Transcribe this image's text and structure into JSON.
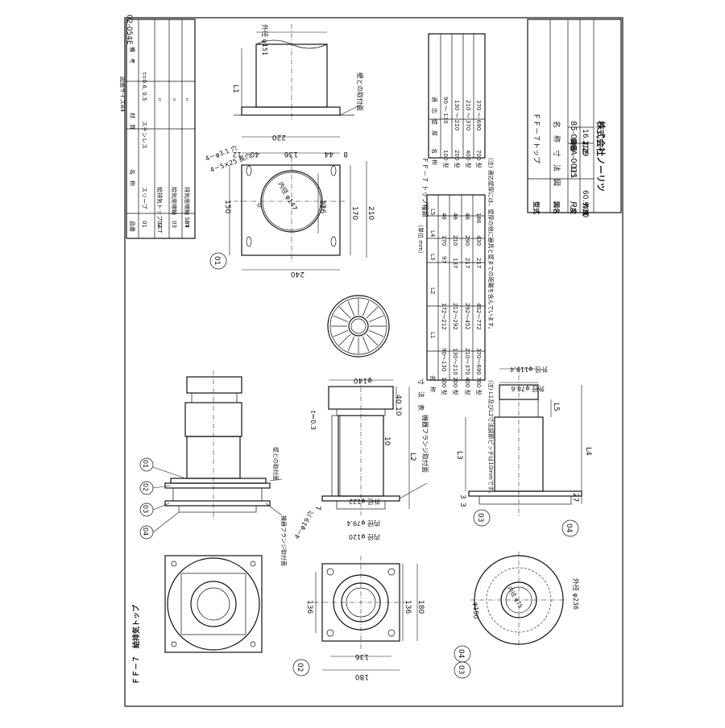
{
  "paper": {
    "size_label": "図面サイズB4",
    "doc_code": "02-054E"
  },
  "parts_list": {
    "headers": [
      "品番",
      "名　称",
      "材　質",
      "備　考"
    ],
    "rows": [
      {
        "no": "01",
        "name": "スリーブ",
        "material": "ステンレス",
        "note": "t=0.6, 0.5"
      },
      {
        "no": "02",
        "name": "給排気トップ SET",
        "material": "〃",
        "note": ""
      },
      {
        "no": "03",
        "name": "給気座継輪",
        "material": "〃",
        "note": ""
      },
      {
        "no": "04",
        "name": "排気座継輪 SET",
        "material": "〃",
        "note": ""
      }
    ]
  },
  "top_types": {
    "title": "ＦＦ－７ トップ種類",
    "headers": [
      "名　称",
      "適　応　壁　厚"
    ],
    "rows": [
      {
        "name": "100 型",
        "range": "90 ～ 130"
      },
      {
        "name": "200 型",
        "range": "130 ～ 210"
      },
      {
        "name": "400 型",
        "range": "210 ～ 370"
      },
      {
        "name": "700 型",
        "range": "370 ～ 690"
      }
    ],
    "note": "(注) 適応壁厚には、壁厚の他に器具と壁までの距離を含んでいます。"
  },
  "dim_table": {
    "title": "寸　法　表",
    "unit": "（単位 mm）",
    "headers": [
      "名　称",
      "L1",
      "L2",
      "L3",
      "L4",
      "L5"
    ],
    "rows": [
      [
        "100 型",
        "90～130",
        "172～212",
        "97",
        "170",
        "46"
      ],
      [
        "200 型",
        "130～210",
        "212～292",
        "137",
        "210",
        "46"
      ],
      [
        "400 型",
        "210～370",
        "292～452",
        "217",
        "290",
        "46"
      ],
      [
        "700 型",
        "370～690",
        "452～772",
        "217",
        "430",
        "186"
      ]
    ],
    "note": "(注) L1及びL2寸法調節ピッチは10mmです。"
  },
  "title_block": {
    "model_label": "型式",
    "model_value": "ＦＦ－７トップ",
    "drawing_name_label": "図名",
    "drawing_name_value": "名　称　寸　法　図",
    "scale_label": "尺度",
    "scale_value": "1/5",
    "drawing_no_label": "図番",
    "drawing_no_value": "85-08CA-0011",
    "created_label": "作成",
    "created_value": "60.9.30",
    "revised_label": "訂正",
    "revised_value": "16.2.29",
    "company": "株式会社ノーリツ"
  },
  "drawing_title": "ＦＦ－７　給排気トップ",
  "view_01": {
    "part_no": "01",
    "dims": {
      "outer_dia": "外径 φ151",
      "L1": "L1",
      "wall_face": "壁との取付面",
      "w220": "220",
      "w136": "136",
      "w40": "40",
      "w12": "12",
      "w44": "44",
      "w8": "8",
      "w240": "240",
      "h150": "150",
      "h136": "136",
      "h170": "170",
      "h210": "210",
      "holes_a": "4－φ3.1 穴",
      "holes_b": "4－5×25 長穴",
      "inner_dia": "内径 φ147"
    }
  },
  "view_02": {
    "part_no": "02",
    "dims": {
      "dia140": "φ140",
      "t03": "t＝0.3",
      "d40": "40",
      "d10": "10",
      "L2": "L2",
      "d7": "7",
      "dia122": "外径 φ122",
      "dia79": "内径 φ79.4",
      "dia120": "内径 φ120",
      "holes": "4－φ19 穴",
      "w136": "136",
      "w180": "180",
      "h136": "136",
      "h180": "180",
      "flange_face": "機器フランジ取付面",
      "wall_face": "壁との取付面",
      "flange_face2": "機器フランジ取付面"
    }
  },
  "view_03": {
    "part_nos": [
      "03",
      "04"
    ],
    "dims": {
      "dia119": "外径 φ119.4",
      "dia78": "外径 φ78.6",
      "L3": "L3",
      "L4": "L4",
      "L5": "L5",
      "d3": "3",
      "d27": "27",
      "dia150": "φ150",
      "dia236": "外径 φ236",
      "dia75": "内径 φ75"
    }
  },
  "assembly_labels": [
    "01",
    "02",
    "03",
    "04"
  ]
}
